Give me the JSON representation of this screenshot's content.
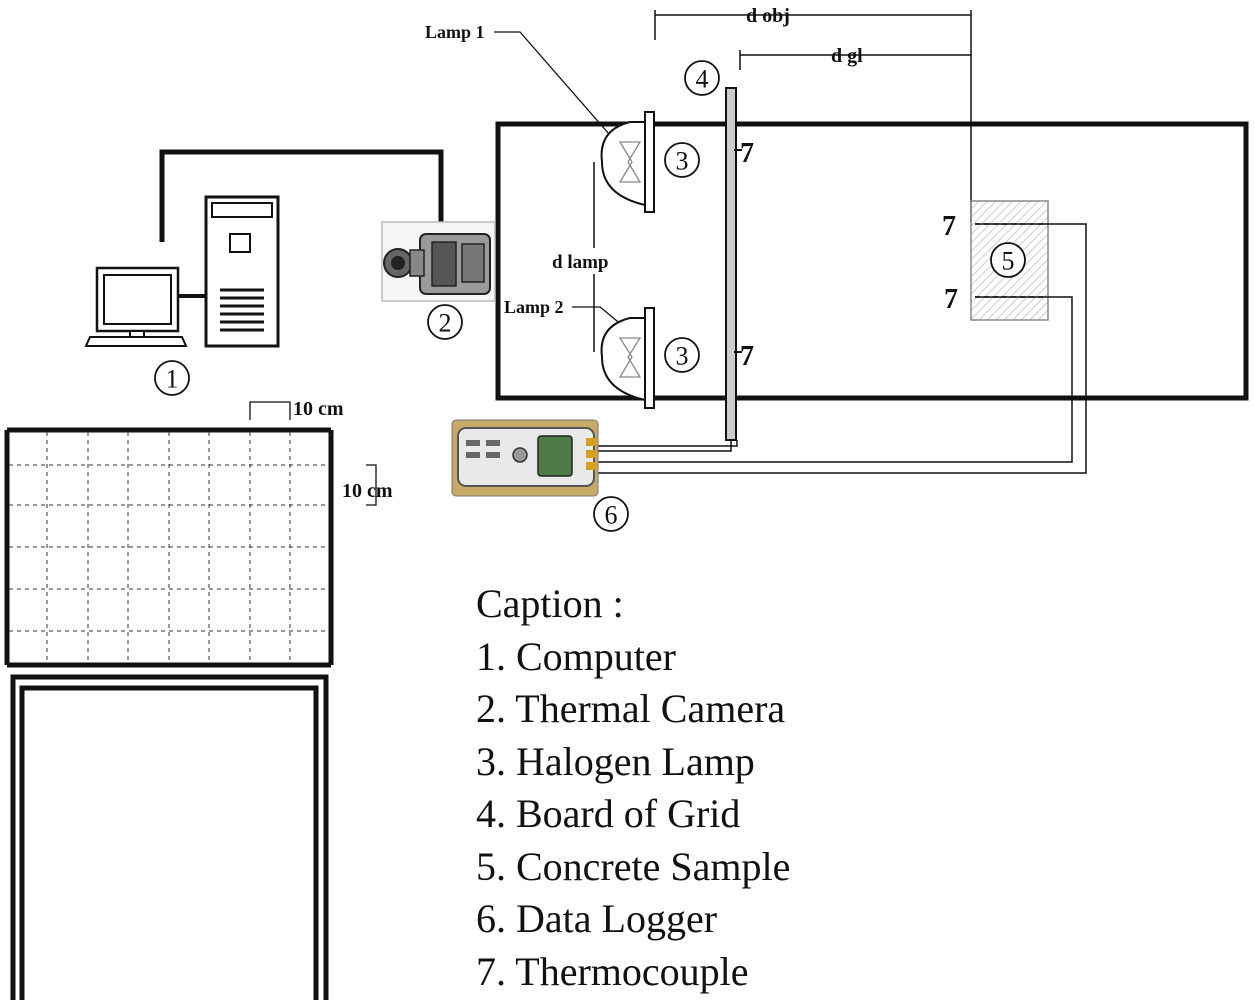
{
  "labels": {
    "lamp1": "Lamp 1",
    "lamp2": "Lamp 2",
    "d_obj": "d obj",
    "d_gl": "d gl",
    "d_lamp": "d lamp",
    "grid_horizontal": "10 cm",
    "grid_vertical": "10 cm"
  },
  "markers": {
    "computer": "1",
    "thermal_camera": "2",
    "lamp_upper": "3",
    "lamp_lower": "3",
    "board": "4",
    "sample": "5",
    "logger": "6",
    "thermocouple": "7"
  },
  "caption": {
    "title": "Caption :",
    "items": [
      "1. Computer",
      "2. Thermal Camera",
      "3. Halogen Lamp",
      "4. Board of Grid",
      "5. Concrete Sample",
      "6. Data Logger",
      "7. Thermocouple"
    ]
  }
}
